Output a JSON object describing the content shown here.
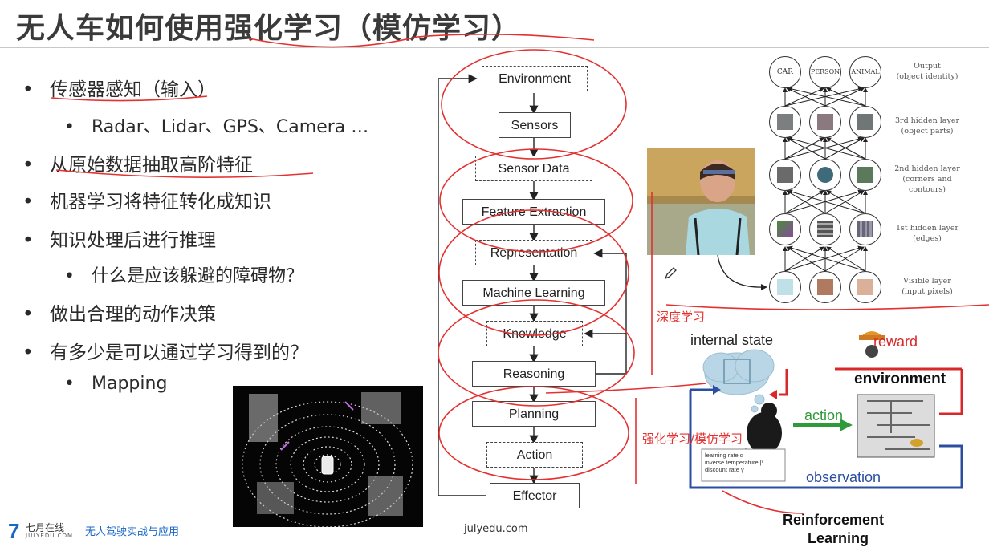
{
  "title": "无人车如何使用强化学习（模仿学习）",
  "bullets": [
    {
      "level": 1,
      "text": "传感器感知（输入）"
    },
    {
      "level": 2,
      "text": "Radar、Lidar、GPS、Camera …"
    },
    {
      "level": 1,
      "text": "从原始数据抽取高阶特征"
    },
    {
      "level": 1,
      "text": "机器学习将特征转化成知识"
    },
    {
      "level": 1,
      "text": "知识处理后进行推理"
    },
    {
      "level": 2,
      "text": "什么是应该躲避的障碍物？"
    },
    {
      "level": 1,
      "text": "做出合理的动作决策"
    },
    {
      "level": 1,
      "text": "有多少是可以通过学习得到的？"
    },
    {
      "level": 2,
      "text": "Mapping"
    }
  ],
  "bullet_symbol": "•",
  "flow": {
    "environment": "Environment",
    "sensors": "Sensors",
    "sensor_data": "Sensor Data",
    "feature_extraction": "Feature Extraction",
    "representation": "Representation",
    "machine_learning": "Machine Learning",
    "knowledge": "Knowledge",
    "reasoning": "Reasoning",
    "planning": "Planning",
    "action": "Action",
    "effector": "Effector"
  },
  "nn": {
    "output_nodes": [
      "CAR",
      "PERSON",
      "ANIMAL"
    ],
    "labels": {
      "output": "Output\n(object identity)",
      "hidden3": "3rd hidden layer\n(object parts)",
      "hidden2": "2nd hidden layer\n(corners and\ncontours)",
      "hidden1": "1st hidden layer\n(edges)",
      "visible": "Visible layer\n(input pixels)"
    }
  },
  "annotations": {
    "deep_learning": "深度学习",
    "rl_imitation": "强化学习/模仿学习"
  },
  "rl": {
    "internal_state": "internal state",
    "reward": "reward",
    "environment": "environment",
    "action": "action",
    "observation": "observation",
    "params": [
      "learning rate α",
      "inverse temperature β",
      "discount rate γ"
    ],
    "caption_line1": "Reinforcement",
    "caption_line2": "Learning"
  },
  "footer": {
    "logo_mark": "7",
    "logo_cn": "七月在线",
    "logo_en": "JULYEDU.COM",
    "course": "无人驾驶实战与应用",
    "url": "julyedu.com"
  },
  "colors": {
    "annotation_red": "#e53030",
    "logo_blue": "#1a66c9",
    "action_green": "#2e9a3a",
    "observation_blue": "#2b4fa0",
    "reward_red": "#d8282a"
  }
}
